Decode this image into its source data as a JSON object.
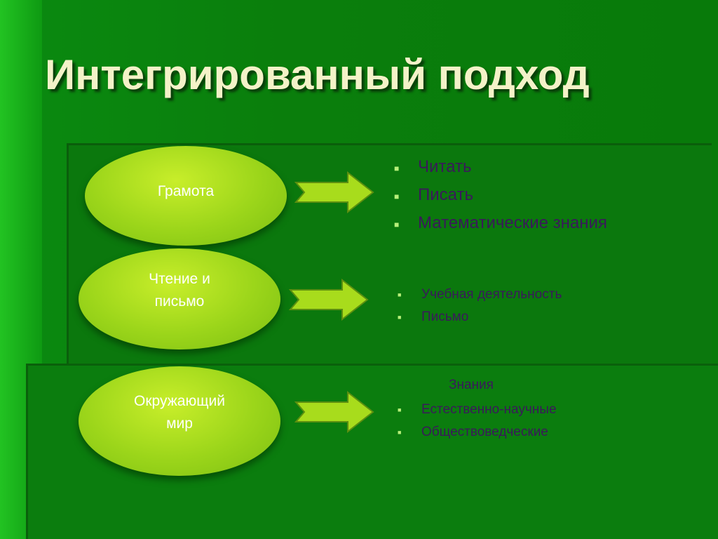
{
  "title": "Интегрированный подход",
  "rows": [
    {
      "oval_text": "Грамота",
      "items": [
        "Читать",
        "Писать",
        "Математические знания"
      ]
    },
    {
      "oval_text_lines": [
        "Чтение и",
        "письмо"
      ],
      "items": [
        "Учебная деятельность",
        "Письмо"
      ]
    },
    {
      "oval_text_lines": [
        "Окружающий",
        "мир"
      ],
      "heading": "Знания",
      "items": [
        "Естественно-научные",
        "Обществоведческие"
      ]
    }
  ],
  "icons": {
    "bullet": "square-bullet-icon",
    "arrow": "right-arrow-icon"
  },
  "colors": {
    "background": "#0a7e0c",
    "title": "#f4f2c8",
    "oval": "#a8dc1c",
    "arrow": "#a8dc1c",
    "list_text": "#3a1a5a",
    "bullet": "#b8f07a"
  }
}
